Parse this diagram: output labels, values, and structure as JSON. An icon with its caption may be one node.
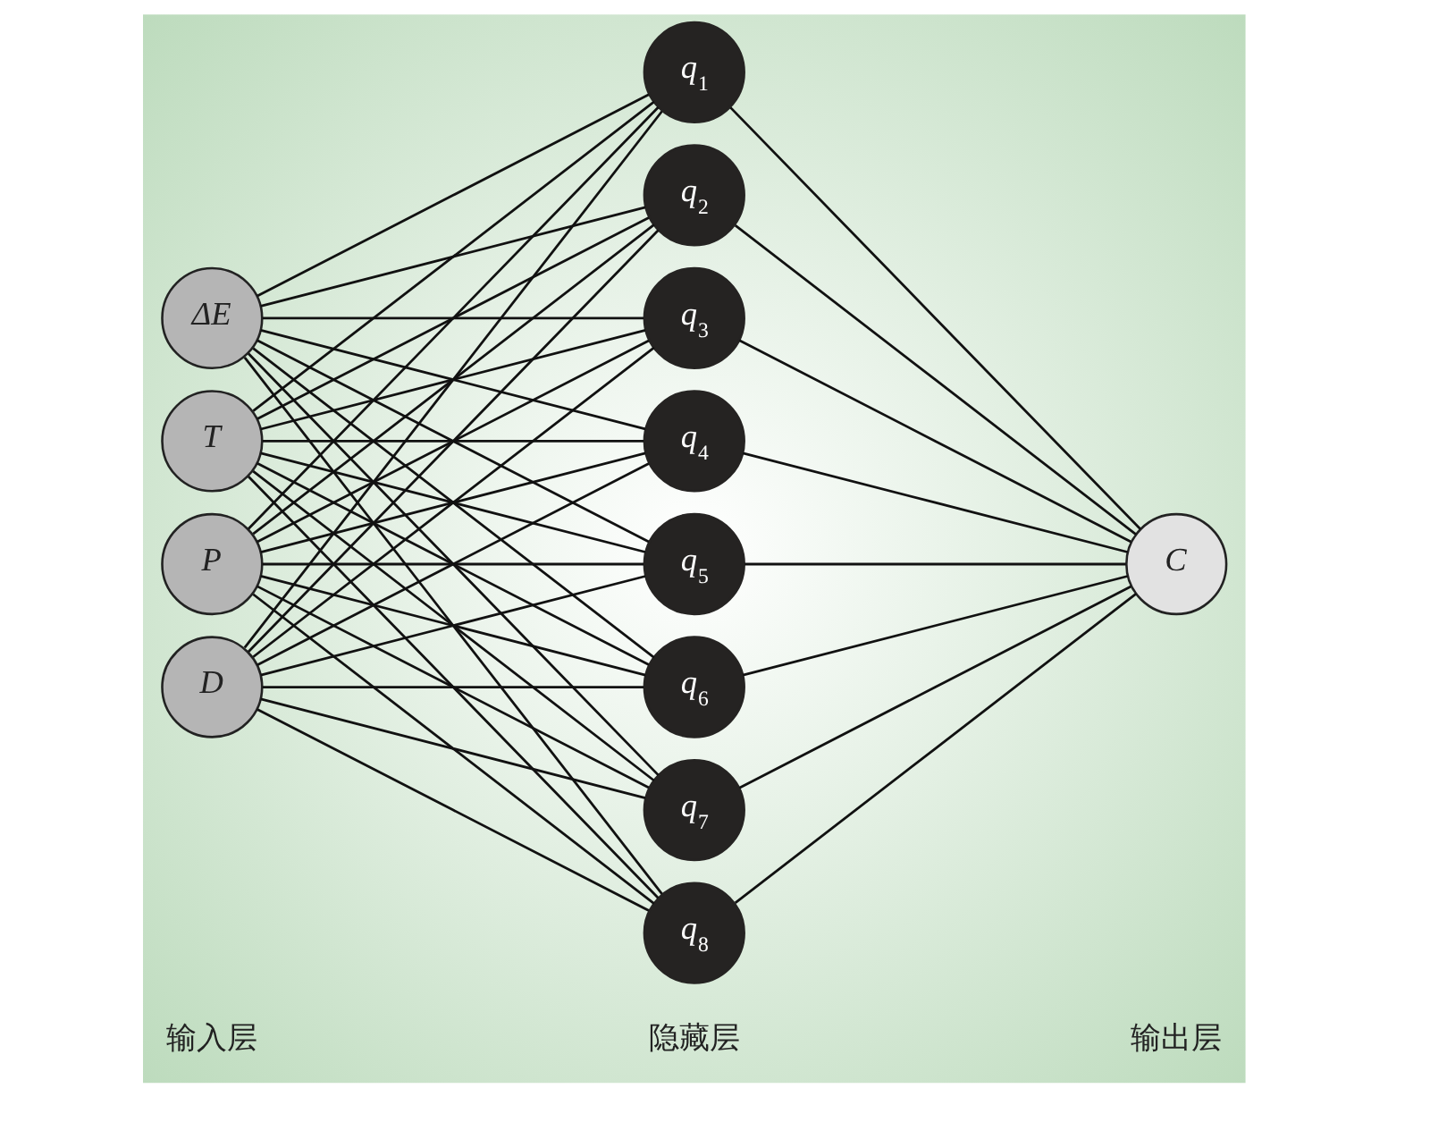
{
  "diagram": {
    "nodes": [
      {
        "text": [
          "ΔE"
        ]
      },
      {
        "text": [
          "T"
        ]
      },
      {
        "text": [
          "P"
        ]
      },
      {
        "text": [
          "D"
        ]
      },
      {
        "text": [
          "q$_{1}$"
        ]
      },
      {
        "text": [
          "q$_{2}$"
        ]
      },
      {
        "text": [
          "q$_{3}$"
        ]
      },
      {
        "text": [
          "q$_{4}$"
        ]
      },
      {
        "text": [
          "q$_{5}$"
        ]
      },
      {
        "text": [
          "q$_{6}$"
        ]
      },
      {
        "text": [
          "q$_{7}$"
        ]
      },
      {
        "text": [
          "q$_{8}$"
        ]
      },
      {
        "text": [
          "C"
        ]
      }
    ],
    "edges": [
      {
        "from": 0,
        "to": 4,
        "arrow": "none"
      },
      {
        "from": 0,
        "to": 5,
        "arrow": "none"
      },
      {
        "from": 0,
        "to": 6,
        "arrow": "none"
      },
      {
        "from": 0,
        "to": 7,
        "arrow": "none"
      },
      {
        "from": 0,
        "to": 8,
        "arrow": "none"
      },
      {
        "from": 0,
        "to": 9,
        "arrow": "none"
      },
      {
        "from": 0,
        "to": 10,
        "arrow": "none"
      },
      {
        "from": 0,
        "to": 11,
        "arrow": "none"
      },
      {
        "from": 1,
        "to": 4,
        "arrow": "none"
      },
      {
        "from": 1,
        "to": 5,
        "arrow": "none"
      },
      {
        "from": 1,
        "to": 6,
        "arrow": "none"
      },
      {
        "from": 1,
        "to": 7,
        "arrow": "none"
      },
      {
        "from": 1,
        "to": 8,
        "arrow": "none"
      },
      {
        "from": 1,
        "to": 9,
        "arrow": "none"
      },
      {
        "from": 1,
        "to": 10,
        "arrow": "none"
      },
      {
        "from": 1,
        "to": 11,
        "arrow": "none"
      },
      {
        "from": 2,
        "to": 4,
        "arrow": "none"
      },
      {
        "from": 2,
        "to": 5,
        "arrow": "none"
      },
      {
        "from": 2,
        "to": 6,
        "arrow": "none"
      },
      {
        "from": 2,
        "to": 7,
        "arrow": "none"
      },
      {
        "from": 2,
        "to": 8,
        "arrow": "none"
      },
      {
        "from": 2,
        "to": 9,
        "arrow": "none"
      },
      {
        "from": 2,
        "to": 10,
        "arrow": "none"
      },
      {
        "from": 2,
        "to": 11,
        "arrow": "none"
      },
      {
        "from": 3,
        "to": 4,
        "arrow": "none"
      },
      {
        "from": 3,
        "to": 5,
        "arrow": "none"
      },
      {
        "from": 3,
        "to": 6,
        "arrow": "none"
      },
      {
        "from": 3,
        "to": 7,
        "arrow": "none"
      },
      {
        "from": 3,
        "to": 8,
        "arrow": "none"
      },
      {
        "from": 3,
        "to": 9,
        "arrow": "none"
      },
      {
        "from": 3,
        "to": 10,
        "arrow": "none"
      },
      {
        "from": 3,
        "to": 11,
        "arrow": "none"
      },
      {
        "from": 4,
        "to": 12,
        "arrow": "none"
      },
      {
        "from": 5,
        "to": 12,
        "arrow": "none"
      },
      {
        "from": 6,
        "to": 12,
        "arrow": "none"
      },
      {
        "from": 7,
        "to": 12,
        "arrow": "none"
      },
      {
        "from": 8,
        "to": 12,
        "arrow": "none"
      },
      {
        "from": 9,
        "to": 12,
        "arrow": "none"
      },
      {
        "from": 10,
        "to": 12,
        "arrow": "none"
      },
      {
        "from": 11,
        "to": 12,
        "arrow": "none"
      }
    ],
    "labels": [
      "输入层",
      "隐藏层",
      "输出层"
    ]
  }
}
